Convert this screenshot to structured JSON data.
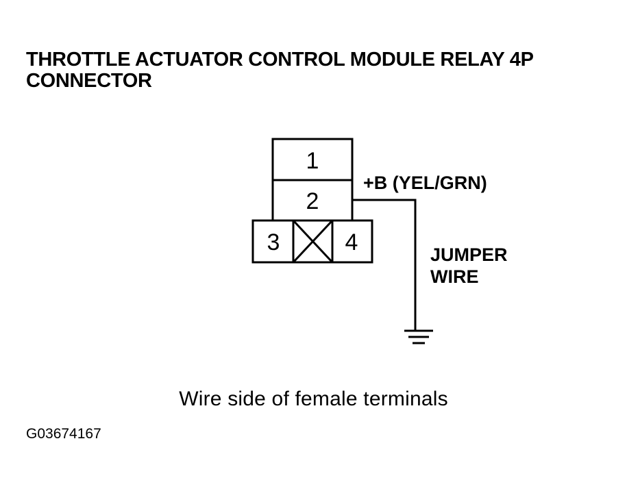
{
  "title": {
    "line1": "THROTTLE ACTUATOR CONTROL MODULE RELAY 4P",
    "line2": "CONNECTOR"
  },
  "connector": {
    "pins": [
      "1",
      "2",
      "3",
      "4"
    ]
  },
  "labels": {
    "power": "+B (YEL/GRN)",
    "jumper_line1": "JUMPER",
    "jumper_line2": "WIRE"
  },
  "caption": "Wire side of female terminals",
  "figure_id": "G03674167"
}
